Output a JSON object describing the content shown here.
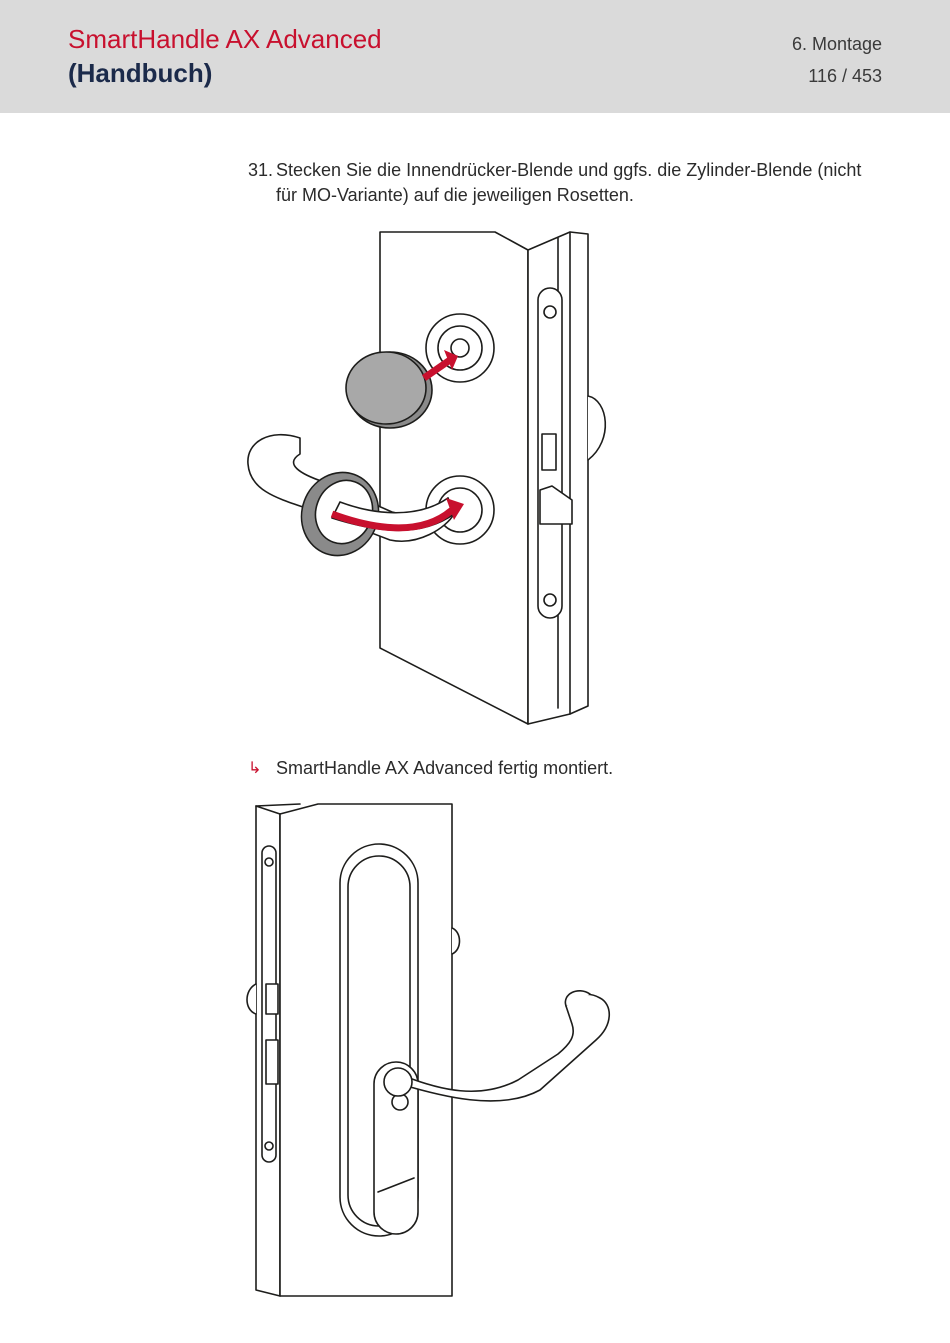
{
  "header": {
    "title_line1": "SmartHandle AX Advanced",
    "title_line2": "(Handbuch)",
    "section": "6. Montage",
    "page": "116 / 453"
  },
  "step": {
    "number": "31.",
    "text": "Stecken Sie die Innendrücker-Blende und ggfs. die Zylinder-Blende (nicht für MO-Variante) auf die jeweiligen Rosetten."
  },
  "result": {
    "arrow_icon": "↳",
    "text": "SmartHandle AX Advanced fertig montiert."
  },
  "colors": {
    "brand_red": "#c8102e",
    "brand_navy": "#1b2a4a",
    "header_bg": "#dadada"
  }
}
